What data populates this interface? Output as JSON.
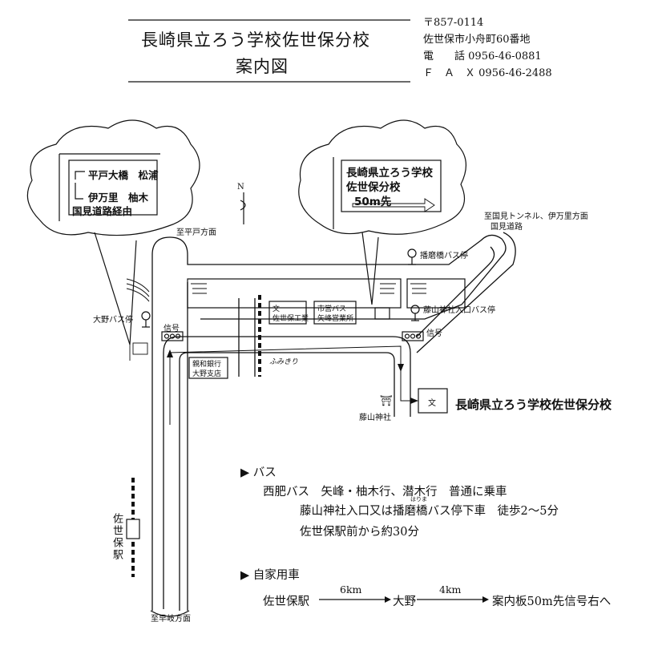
{
  "header": {
    "title_line1": "長崎県立ろう学校佐世保分校",
    "title_line2": "案内図",
    "postal": "〒857-0114",
    "address": "佐世保市小舟町60番地",
    "tel_label": "電　　話",
    "tel": "0956-46-0881",
    "fax_label": "Ｆ　Ａ　Ｘ",
    "fax": "0956-46-2488"
  },
  "signs": {
    "left": {
      "line1": "平戸大橋　松浦",
      "line2": "伊万里　柚木",
      "line3": "国見道路経由"
    },
    "right": {
      "line1": "長崎県立ろう学校",
      "line2": "佐世保分校",
      "line3": "50m先"
    }
  },
  "map": {
    "north": "N",
    "to_hirado": "至平戸方面",
    "to_kunimi_line1": "至国見トンネル、伊万里方面",
    "to_kunimi_line2": "国見道路",
    "to_haiki": "至早岐方面",
    "harima_bus": "播磨橋バス停",
    "fujiyama_bus": "藤山神社入口バス停",
    "ono_bus": "大野バス停",
    "signal_left": "信号",
    "signal_right": "信号",
    "school_mark": "文",
    "technical_school": "佐世保工業",
    "city_bus_line1": "市営バス",
    "city_bus_line2": "矢峰営業所",
    "bank_line1": "親和銀行",
    "bank_line2": "大野支店",
    "crossing": "ふみきり",
    "shrine_mark": "⛩",
    "shrine": "藤山神社",
    "destination_mark": "文",
    "destination": "長崎県立ろう学校佐世保分校",
    "station": "佐世保駅"
  },
  "directions": {
    "bus_heading": "▶ バス",
    "bus_line1": "西肥バス　矢峰・柚木行、潜木行　普通に乗車",
    "bus_line2_a": "藤山神社入口又は",
    "bus_line2_b": "播磨橋",
    "bus_line2_c": "バス停下車　徒歩2～5分",
    "bus_ruby": "はりま",
    "bus_line3": "佐世保駅前から約30分",
    "car_heading": "▶ 自家用車",
    "car_from": "佐世保駅",
    "car_d1": "6km",
    "car_mid": "大野",
    "car_d2": "4km",
    "car_to": "案内板50m先信号右へ"
  }
}
